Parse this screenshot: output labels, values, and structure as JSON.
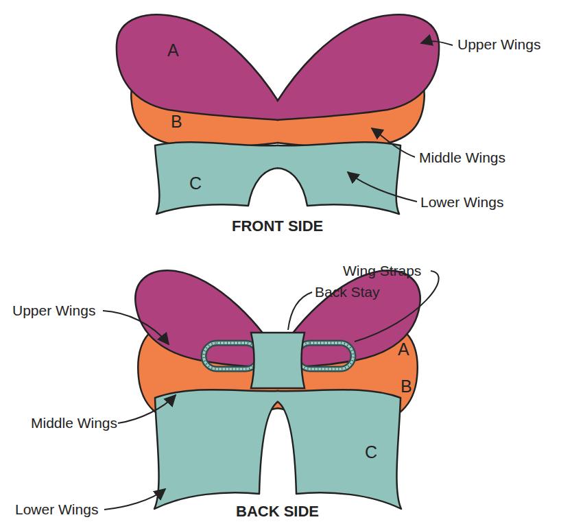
{
  "diagram": {
    "labels": [
      "A",
      "Upper Wings",
      "B",
      "Middle Wings",
      "C",
      "Lower Wings",
      "FRONT SIDE",
      "Wing Straps",
      "Back Stay",
      "Upper Wings",
      "A",
      "Middle Wings",
      "B",
      "Lower Wings",
      "C",
      "BACK SIDE"
    ]
  }
}
